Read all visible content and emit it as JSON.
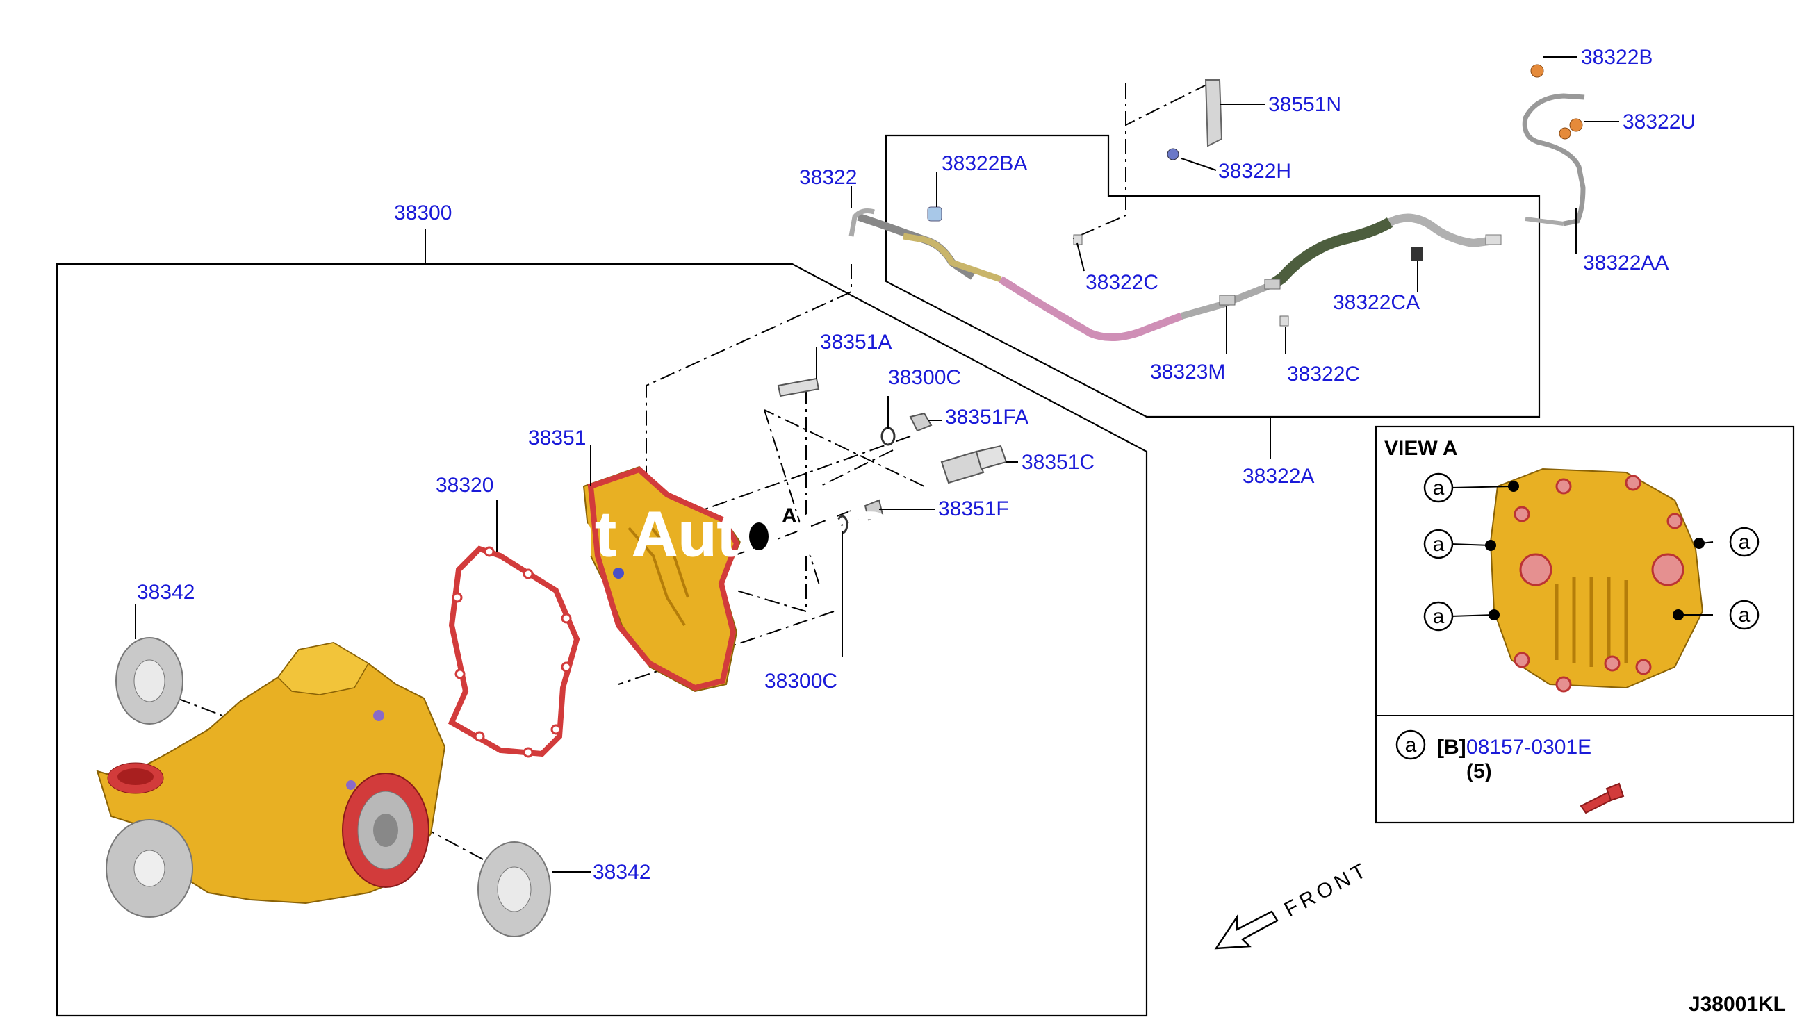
{
  "diagram": {
    "labels": {
      "p38300": "38300",
      "p38322": "38322",
      "p38322BA": "38322BA",
      "p38551N": "38551N",
      "p38322H": "38322H",
      "p38322B": "38322B",
      "p38322U": "38322U",
      "p38322AA": "38322AA",
      "p38322C_top": "38322C",
      "p38322CA": "38322CA",
      "p38323M": "38323M",
      "p38322C_bot": "38322C",
      "p38322A": "38322A",
      "p38351A": "38351A",
      "p38300C_top": "38300C",
      "p38351FA": "38351FA",
      "p38351C": "38351C",
      "p38351F": "38351F",
      "p38351": "38351",
      "p38320": "38320",
      "p38342_top": "38342",
      "p38342_bot": "38342",
      "p38300C_bot": "38300C",
      "view_marker": "A"
    },
    "view_a": {
      "title": "VIEW A",
      "marker": "a",
      "part_prefix": "[B]",
      "part_number": "08157-0301E",
      "quantity": "(5)"
    },
    "front_label": "FRONT",
    "diagram_code": "J38001KL",
    "watermark": "nt Auto                ORE.S"
  },
  "colors": {
    "label_blue": "#1a1ad8",
    "housing_gold": "#e8b023",
    "gasket_red": "#d23b3b",
    "seal_grey": "#c9c9c9",
    "hose_pink": "#cf8fb6",
    "hose_dark_green": "#4d5e3e"
  }
}
